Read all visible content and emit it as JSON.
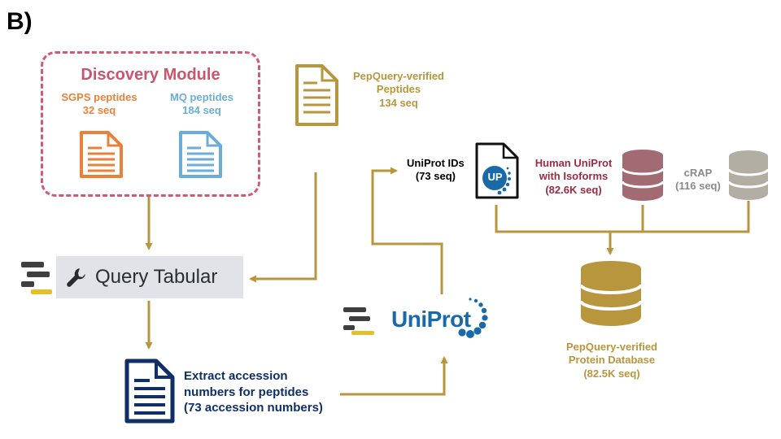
{
  "panel_label": "B)",
  "discovery": {
    "title": "Discovery Module",
    "sgps": {
      "name": "SGPS peptides",
      "count": "32 seq"
    },
    "mq": {
      "name": "MQ peptides",
      "count": "184 seq"
    }
  },
  "pepquery": {
    "line1": "PepQuery-verified",
    "line2": "Peptides",
    "line3": "134 seq"
  },
  "query_tabular": {
    "label": "Query Tabular"
  },
  "extract": {
    "line1": "Extract accession",
    "line2": "numbers for peptides",
    "line3": "(73 accession numbers)"
  },
  "uniprot_tool": {
    "label": "UniProt"
  },
  "uniprot_ids": {
    "line1": "UniProt IDs",
    "line2": "(73 seq)"
  },
  "uniprot_badge": "UP",
  "human_uniprot": {
    "line1": "Human UniProt",
    "line2": "with Isoforms",
    "line3": "(82.6K seq)"
  },
  "crap": {
    "line1": "cRAP",
    "line2": "(116 seq)"
  },
  "protein_db": {
    "line1": "PepQuery-verified",
    "line2": "Protein Database",
    "line3": "(82.5K seq)"
  },
  "colors": {
    "arrow": "#b8963e",
    "discovery_border": "#d05a78",
    "discovery_title": "#c9566f",
    "sgps": "#e8823a",
    "mq": "#6aaed8",
    "navy": "#0f2f66",
    "uniprot_blue": "#1a6aaa",
    "human_db": "#a26a73",
    "human_text": "#9b2b45",
    "crap_db": "#b3aea3",
    "crap_text": "#8a8a8a",
    "pep_db": "#b8963e"
  }
}
